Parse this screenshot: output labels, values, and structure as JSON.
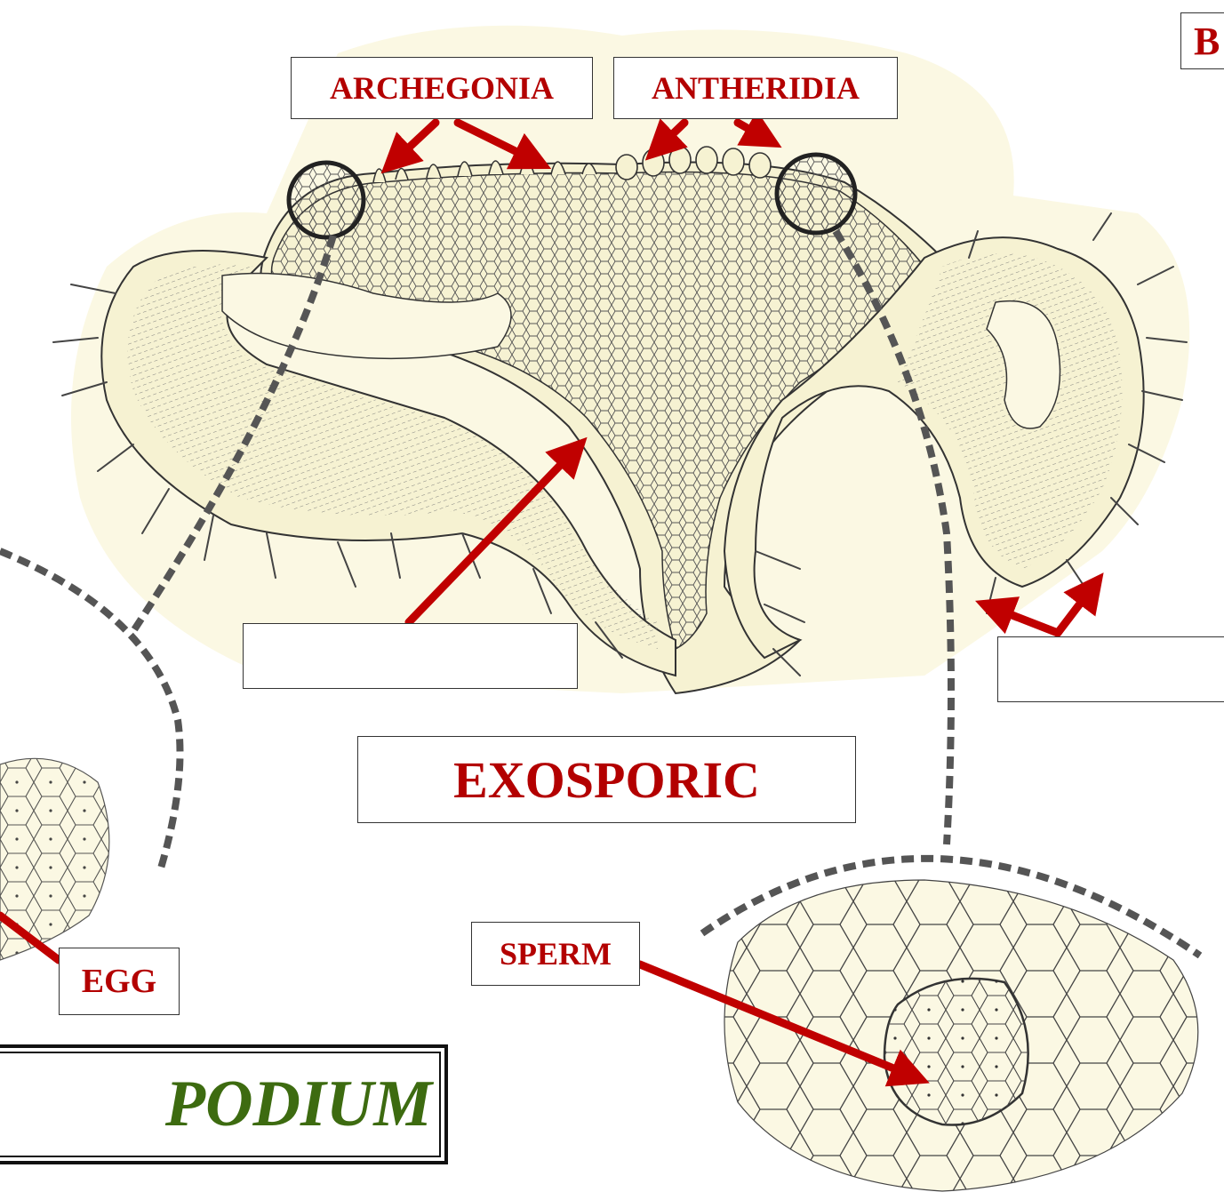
{
  "labels": {
    "archegonia": "ARCHEGONIA",
    "antheridia": "ANTHERIDIA",
    "corner_letter": "B",
    "exosporic": "EXOSPORIC",
    "sperm": "SPERM",
    "egg": "EGG",
    "blank_left": "",
    "blank_right": ""
  },
  "title": "PODIUM",
  "colors": {
    "label_text": "#b30000",
    "arrow": "#c00000",
    "tissue_fill": "#f6f2d2",
    "outline": "#333333",
    "dashed_line": "#555555",
    "title_text": "#3d6b10"
  }
}
